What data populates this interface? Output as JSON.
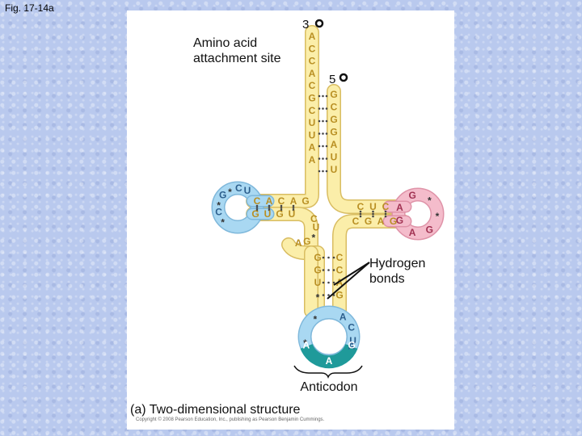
{
  "figure_label": "Fig. 17-14a",
  "labels": {
    "three_prime": "3",
    "five_prime": "5",
    "attachment": "Amino acid\nattachment site",
    "hydrogen": "Hydrogen\nbonds",
    "anticodon": "Anticodon",
    "caption": "(a) Two-dimensional structure",
    "copyright": "Copyright © 2008 Pearson Education, Inc., publishing as Pearson Benjamin Cummings."
  },
  "strands": {
    "acceptor_3prime": [
      "A",
      "C",
      "C",
      "A",
      "C",
      "G",
      "C",
      "U",
      "U",
      "A",
      "A"
    ],
    "acceptor_5prime": [
      "G",
      "C",
      "G",
      "G",
      "A",
      "U",
      "U"
    ],
    "d_stem_outer": [
      "C",
      "A",
      "C",
      "A",
      "G"
    ],
    "d_stem_inner": [
      "G",
      "U",
      "G",
      "U"
    ],
    "d_loop": [
      "U",
      "C",
      "*",
      "G",
      "*",
      "C",
      "*"
    ],
    "t_stem_outer": [
      "C",
      "U",
      "C"
    ],
    "t_stem_inner": [
      "C",
      "G",
      "A",
      "G"
    ],
    "t_loop": [
      "A",
      "G",
      "*",
      "*",
      "G",
      "A",
      "G"
    ],
    "variable_loop": [
      "C",
      "U",
      "*",
      "G",
      "A"
    ],
    "anticodon_stem_left": [
      "G",
      "G",
      "U",
      "*"
    ],
    "anticodon_stem_right": [
      "C",
      "C",
      "A",
      "G"
    ],
    "anticodon_loop_left": [
      "*",
      "A",
      "*"
    ],
    "anticodon_loop_right": [
      "A",
      "C",
      "U"
    ],
    "anticodon": [
      "A",
      "A",
      "G"
    ]
  },
  "colors": {
    "yellow_fill": "#fbeea9",
    "yellow_stroke": "#d9bd62",
    "blue_fill": "#a9d8f2",
    "pink_fill": "#f4bccb",
    "teal_fill": "#1f9a9a"
  }
}
